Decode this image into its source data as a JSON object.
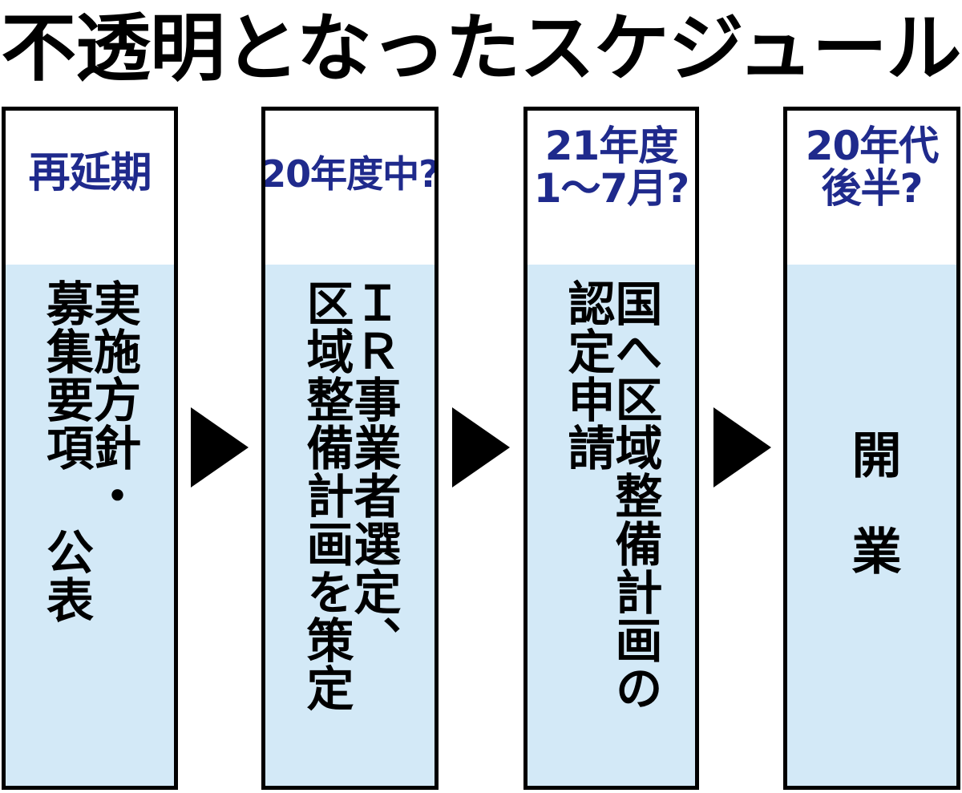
{
  "title": "不透明となったスケジュール",
  "colors": {
    "header_text": "#1f2a8c",
    "body_fill": "#d3e9f7",
    "border": "#000000",
    "body_text": "#000000",
    "arrow": "#000000",
    "background": "#ffffff"
  },
  "chart_data": {
    "type": "diagram",
    "title": "不透明となったスケジュール",
    "layout": "horizontal-flow",
    "arrow_count": 3,
    "stages": [
      {
        "index": 1,
        "header_lines": [
          "再延期"
        ],
        "body_lines": [
          "実施方針・",
          "募集要項 公表"
        ],
        "body_text_direction": "vertical-rl"
      },
      {
        "index": 2,
        "header_lines": [
          "20年度中?"
        ],
        "body_lines": [
          "ＩＲ事業者選定、",
          "区域整備計画を策定"
        ],
        "body_text_direction": "vertical-rl"
      },
      {
        "index": 3,
        "header_lines": [
          "21年度",
          "1〜7月?"
        ],
        "body_lines": [
          "国へ区域整備計画の",
          "認定申請"
        ],
        "body_text_direction": "vertical-rl"
      },
      {
        "index": 4,
        "header_lines": [
          "20年代",
          "後半?"
        ],
        "body_lines": [
          "開業"
        ],
        "body_text_direction": "vertical-rl"
      }
    ]
  },
  "stages": [
    {
      "header": {
        "line1": "再延期",
        "line2": ""
      },
      "body": {
        "line1": "実施方針・",
        "line2": "募集要項 公表"
      }
    },
    {
      "header": {
        "line1": "20年度中?",
        "line2": ""
      },
      "body": {
        "line1": "ＩＲ事業者選定、",
        "line2": "区域整備計画を策定"
      }
    },
    {
      "header": {
        "line1": "21年度",
        "line2": "1〜7月?"
      },
      "body": {
        "line1": "国へ区域整備計画の",
        "line2": "認定申請"
      }
    },
    {
      "header": {
        "line1": "20年代",
        "line2": "後半?"
      },
      "body": {
        "line1": "開業",
        "line2": ""
      }
    }
  ]
}
